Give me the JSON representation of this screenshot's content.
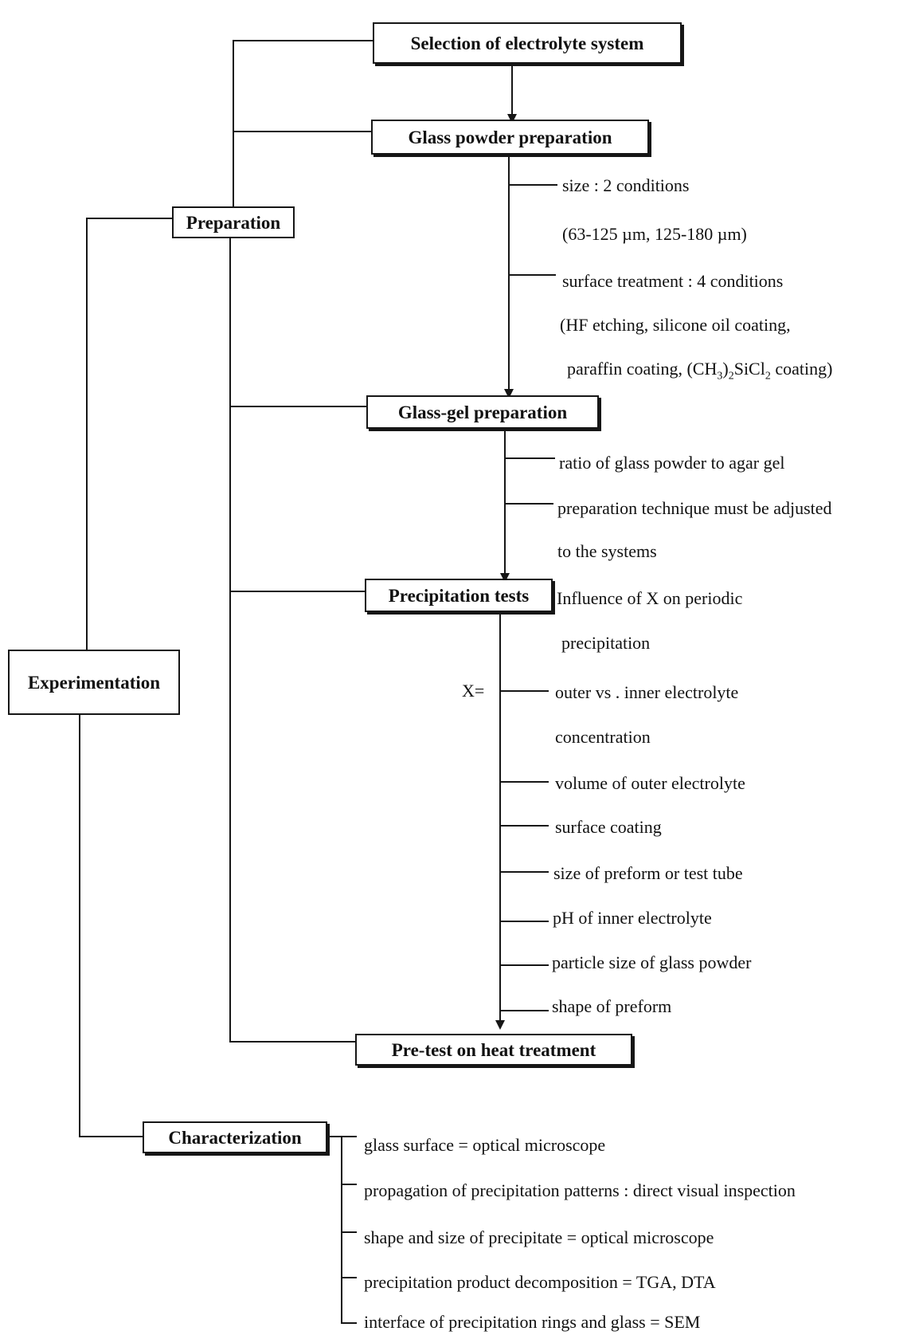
{
  "boxes": {
    "selection": "Selection of electrolyte system",
    "glass_powder": "Glass powder preparation",
    "preparation": "Preparation",
    "glass_gel": "Glass-gel preparation",
    "precipitation": "Precipitation tests",
    "experimentation": "Experimentation",
    "pre_test": "Pre-test on heat treatment",
    "characterization": "Characterization"
  },
  "powder": {
    "size": "size : 2 conditions",
    "size_detail": "(63-125 µm, 125-180 µm)",
    "surface": "surface treatment : 4 conditions",
    "surface_detail_1": "(HF etching, silicone oil coating,",
    "surface_detail_2_pre": "paraffin coating, (CH",
    "surface_detail_2_sub1": "3",
    "surface_detail_2_mid": ")",
    "surface_detail_2_sub2": "2",
    "surface_detail_2_si": "SiCl",
    "surface_detail_2_sub3": "2",
    "surface_detail_2_post": " coating)"
  },
  "gel": {
    "ratio": "ratio of glass powder to agar gel",
    "technique": "preparation technique must be adjusted",
    "technique_2": "to the systems"
  },
  "precip": {
    "influence": "Influence of X on periodic",
    "influence_2": "precipitation",
    "x_label": "X=",
    "factors": [
      "outer vs . inner electrolyte",
      "concentration",
      "volume of outer electrolyte",
      "surface coating",
      "size of preform or test tube",
      "pH of inner electrolyte",
      "particle size of glass powder",
      "shape of preform"
    ]
  },
  "characterization_items": [
    "glass surface = optical microscope",
    "propagation of precipitation patterns : direct visual inspection",
    "shape and size of precipitate = optical microscope",
    "precipitation product decomposition = TGA, DTA",
    "interface of precipitation rings and glass = SEM"
  ]
}
